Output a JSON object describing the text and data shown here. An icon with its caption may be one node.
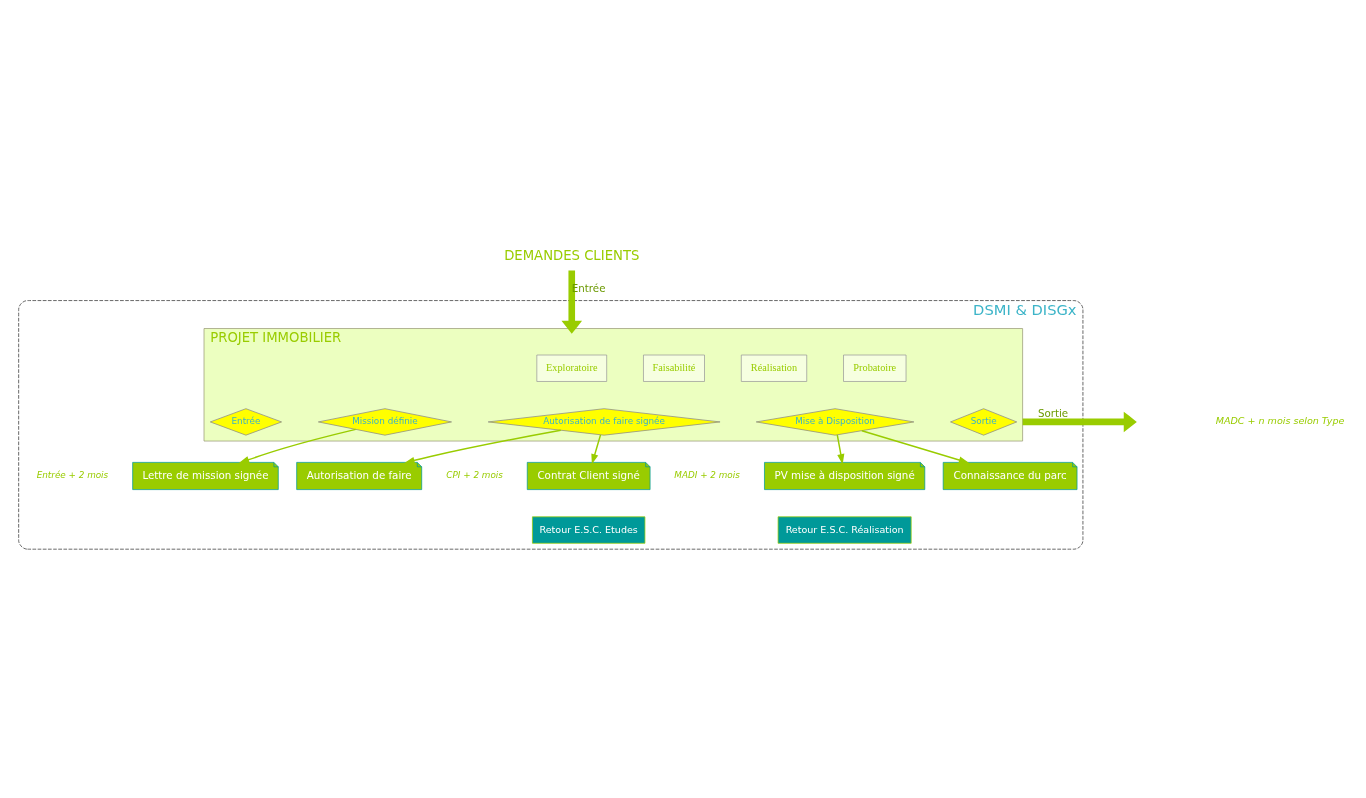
{
  "diagram": {
    "nodes": [
      {
        "text": [
          "DEMANDES CLIENTS"
        ]
      },
      {
        "text": [
          "DSMI & DISGx"
        ]
      },
      {
        "text": [
          "PROJET IMMOBILIER"
        ],
        "in": 1
      },
      {
        "text": [
          "Exploratoire"
        ],
        "in": 2
      },
      {
        "text": [
          "Faisabilité"
        ],
        "in": 2
      },
      {
        "text": [
          "Réalisation"
        ],
        "in": 2
      },
      {
        "text": [
          "Probatoire"
        ],
        "in": 2
      },
      {
        "text": [
          "Entrée"
        ],
        "in": 2
      },
      {
        "text": [
          "Mission définie"
        ],
        "in": 2
      },
      {
        "text": [
          "Autorisation de faire signée"
        ],
        "in": 2
      },
      {
        "text": [
          "Mise à Disposition"
        ],
        "in": 2
      },
      {
        "text": [
          "Sortie"
        ],
        "in": 2
      },
      {
        "text": [
          "Autorisation de faire"
        ],
        "in": 1
      },
      {
        "text": [
          "Lettre de mission signée"
        ],
        "in": 1,
        "beside": [
          "Entrée + 2 mois"
        ]
      },
      {
        "text": [
          "Contrat Client signé"
        ],
        "in": 1,
        "beside": [
          "CPI + 2 mois"
        ]
      },
      {
        "text": [
          "Retour E.S.C. Etudes"
        ],
        "in": 1
      },
      {
        "text": [
          "PV mise à disposition signé"
        ],
        "in": 1,
        "beside": [
          "MADI + 2 mois"
        ]
      },
      {
        "text": [
          "Retour E.S.C. Réalisation"
        ],
        "in": 1
      },
      {
        "text": [
          "Connaissance du parc"
        ],
        "in": 1
      }
    ],
    "edges": [
      {
        "from": 0,
        "to": 2,
        "arrow": "to",
        "label": "Entrée",
        "style": "thick"
      },
      {
        "from": 9,
        "to": 12,
        "arrow": "to"
      },
      {
        "from": 8,
        "to": 13,
        "arrow": "to"
      },
      {
        "from": 9,
        "to": 14,
        "arrow": "to"
      },
      {
        "from": 10,
        "to": 16,
        "arrow": "to"
      },
      {
        "from": 10,
        "to": 18,
        "arrow": "to"
      },
      {
        "from": 2,
        "to": null,
        "arrow": "to",
        "label": "Sortie",
        "style": "thick"
      }
    ],
    "labels": [
      "MADC + n mois selon Type"
    ]
  }
}
